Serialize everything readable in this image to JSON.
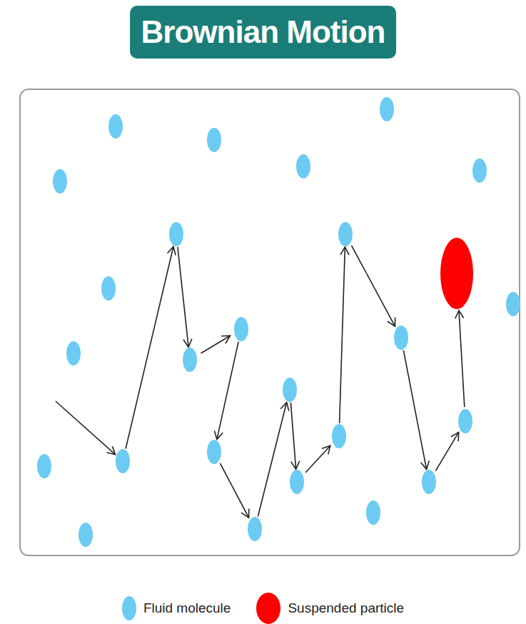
{
  "diagram": {
    "title": "Brownian Motion",
    "legend": [
      {
        "text": "Fluid molecule",
        "color": "#6ccbf2"
      },
      {
        "text": "Suspended particle",
        "color": "#ff0000"
      }
    ]
  }
}
